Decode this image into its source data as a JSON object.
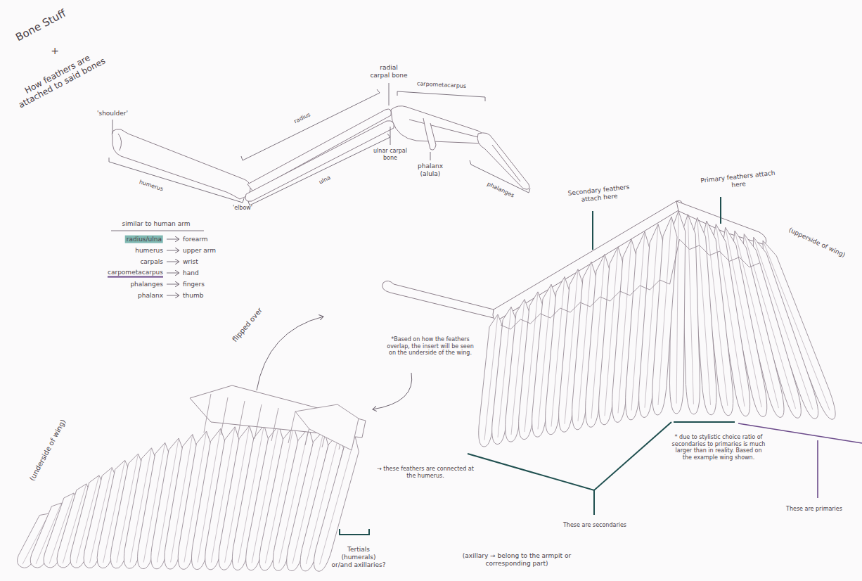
{
  "diagram": {
    "title": "Bone Stuff",
    "labels": [
      "+",
      "How feathers are attached to said bones",
      "radial carpal bone",
      "carpometacarpus",
      "'shoulder'",
      "radius",
      "humerus",
      "ulna",
      "'elbow'",
      "ulnar carpal bone",
      "phalanx (alula)",
      "phalanges",
      "similar to human arm",
      "radius/ulna",
      "forearm",
      "humerus",
      "upper arm",
      "carpals",
      "wrist",
      "carpometacarpus",
      "hand",
      "phalanges",
      "fingers",
      "phalanx",
      "thumb",
      "Secondary feathers attach here",
      "Primary feathers attach here",
      "(upperside of wing)",
      "flipped over",
      "*Based on how the feathers overlap, the insert will be seen on the underside of the wing.",
      "(underside of wing)",
      "→ these feathers are connected at the humerus.",
      "* due to stylistic choice ratio of secondaries to primaries is much larger than in reality. Based on the example wing shown.",
      "These are secondaries",
      "These are primaries",
      "Tertials (humerals) or/and axillaries?",
      "(axillary → belong to the armpit or corresponding part)"
    ]
  }
}
